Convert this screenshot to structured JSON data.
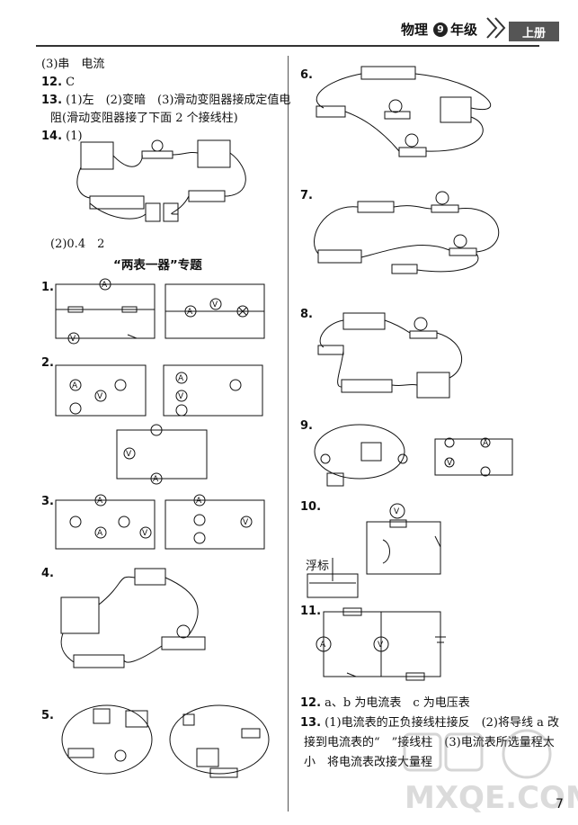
{
  "header": {
    "subject": "物理",
    "grade_number": "9",
    "grade_suffix": "年级",
    "volume": "上册"
  },
  "left_column": {
    "item_3_line": "(3)串　电流",
    "q12_num": "12.",
    "q12_text": "C",
    "q13_num": "13.",
    "q13_line1": "(1)左　(2)变暗　(3)滑动变阻器接成定值电",
    "q13_line2": "阻(滑动变阻器接了下面 2 个接线柱)",
    "q14_num": "14.",
    "q14_part1": "(1)",
    "q14_part2": "(2)0.4　2",
    "section_title": "“两表一器”专题",
    "q1_num": "1.",
    "q2_num": "2.",
    "q3_num": "3.",
    "q4_num": "4.",
    "q5_num": "5."
  },
  "right_column": {
    "q6_num": "6.",
    "q7_num": "7.",
    "q8_num": "8.",
    "q9_num": "9.",
    "q10_num": "10.",
    "q10_label": "浮标",
    "q11_num": "11.",
    "q12_line": "a、b 为电流表　c 为电压表",
    "q12_num": "12.",
    "q13_num": "13.",
    "q13_line1": "(1)电流表的正负接线柱接反　(2)将导线 a 改",
    "q13_line2": "接到电流表的“　”接线柱　(3)电流表所选量程太",
    "q13_line3": "小　将电流表改接大量程"
  },
  "page_number": "7"
}
